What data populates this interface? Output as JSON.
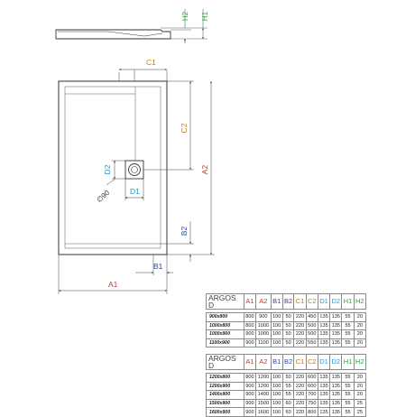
{
  "colors": {
    "A1": "#c0392b",
    "A2": "#c0392b",
    "B1": "#2e4a9e",
    "B2": "#2e4a9e",
    "C1": "#c07a1a",
    "C2": "#c07a1a",
    "D1": "#1a9ad6",
    "D2": "#1a9ad6",
    "H1": "#2e9e3a",
    "H2": "#2e9e3a",
    "line": "#333333",
    "dim": "#444444"
  },
  "labels": {
    "A1": "A1",
    "A2": "A2",
    "B1": "B1",
    "B2": "B2",
    "C1": "C1",
    "C2": "C2",
    "D1": "D1",
    "D2": "D2",
    "H1": "H1",
    "H2": "H2",
    "drain": "∅90"
  },
  "tables": [
    {
      "title": "ARGOS D",
      "headers": [
        "A1",
        "A2",
        "B1",
        "B2",
        "C1",
        "C2",
        "D1",
        "D2",
        "H1",
        "H2"
      ],
      "rows": [
        {
          "label": "900x800",
          "values": [
            "800",
            "900",
            "100",
            "50",
            "220",
            "450",
            "135",
            "135",
            "55",
            "20"
          ]
        },
        {
          "label": "1000x800",
          "values": [
            "800",
            "1000",
            "100",
            "50",
            "220",
            "500",
            "135",
            "135",
            "55",
            "20"
          ]
        },
        {
          "label": "1000x900",
          "values": [
            "900",
            "1000",
            "100",
            "50",
            "220",
            "500",
            "135",
            "135",
            "55",
            "20"
          ]
        },
        {
          "label": "1100x900",
          "values": [
            "900",
            "1100",
            "100",
            "50",
            "220",
            "550",
            "135",
            "135",
            "55",
            "20"
          ]
        }
      ]
    },
    {
      "title": "ARGOS D",
      "headers": [
        "A1",
        "A2",
        "B1",
        "B2",
        "C1",
        "C2",
        "D1",
        "D2",
        "H1",
        "H2"
      ],
      "rows": [
        {
          "label": "1200x800",
          "values": [
            "800",
            "1200",
            "100",
            "50",
            "220",
            "600",
            "135",
            "135",
            "55",
            "20"
          ]
        },
        {
          "label": "1200x900",
          "values": [
            "900",
            "1200",
            "100",
            "55",
            "220",
            "600",
            "135",
            "135",
            "55",
            "20"
          ]
        },
        {
          "label": "1400x900",
          "values": [
            "900",
            "1400",
            "100",
            "55",
            "220",
            "700",
            "135",
            "135",
            "55",
            "20"
          ]
        },
        {
          "label": "1500x900",
          "values": [
            "900",
            "1500",
            "100",
            "60",
            "220",
            "750",
            "135",
            "135",
            "55",
            "25"
          ]
        },
        {
          "label": "1600x900",
          "values": [
            "900",
            "1600",
            "100",
            "60",
            "220",
            "800",
            "135",
            "135",
            "55",
            "25"
          ]
        }
      ]
    }
  ]
}
